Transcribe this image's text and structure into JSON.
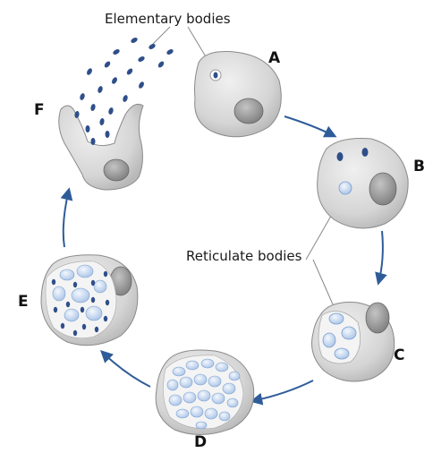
{
  "labels": {
    "elementary_bodies": "Elementary bodies",
    "reticulate_bodies": "Reticulate bodies"
  },
  "stages": [
    {
      "id": "A",
      "letter": "A"
    },
    {
      "id": "B",
      "letter": "B"
    },
    {
      "id": "C",
      "letter": "C"
    },
    {
      "id": "D",
      "letter": "D"
    },
    {
      "id": "E",
      "letter": "E"
    },
    {
      "id": "F",
      "letter": "F"
    }
  ],
  "colors": {
    "cell_fill": "#d8d8d8",
    "cell_stroke": "#8a8a8a",
    "nucleus_fill": "#9a9a9a",
    "elementary_body": "#2f4f8a",
    "reticulate_body": "#cfe0f5",
    "arrow": "#2f5c99",
    "leader_line": "#888888"
  }
}
